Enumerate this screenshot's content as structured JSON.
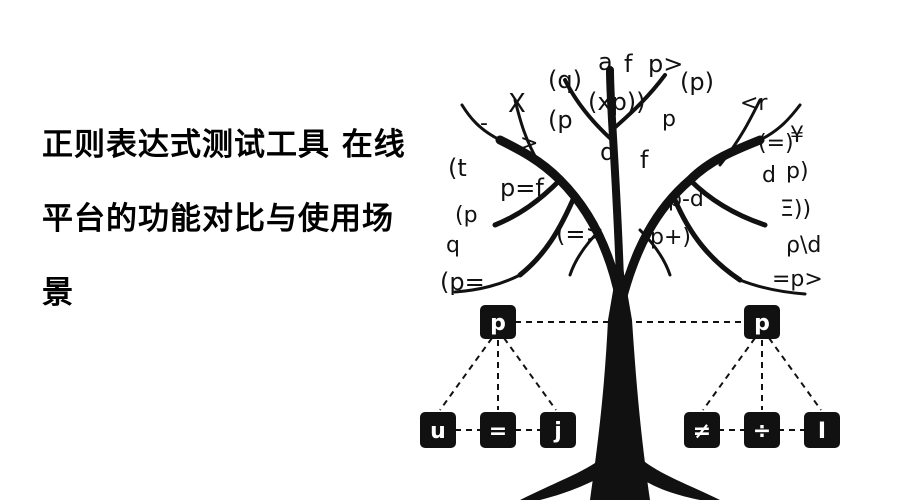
{
  "headline": {
    "line1": "正则表达式测试工具 在线",
    "line2": "平台的功能对比与使用场",
    "line3": "景"
  },
  "canopy_glyphs": [
    "(q)",
    "a",
    "f",
    "p>",
    "(p)",
    "X",
    "(xp))",
    "(p",
    "p",
    "<r",
    "(=)",
    "¥",
    "(t",
    "p=f",
    "d",
    "f",
    "p-d",
    "d",
    "p)",
    "(p",
    "(=>",
    "p+)",
    "ρ\\d",
    "(p=",
    "=p>",
    "Ξ))",
    "-",
    ">",
    "q"
  ],
  "nodes": {
    "left_root": "p",
    "right_root": "p",
    "left_children": [
      "u",
      "=",
      "j"
    ],
    "right_children": [
      "≠",
      "÷",
      "I"
    ]
  },
  "colors": {
    "ink": "#111111",
    "background": "#ffffff"
  }
}
